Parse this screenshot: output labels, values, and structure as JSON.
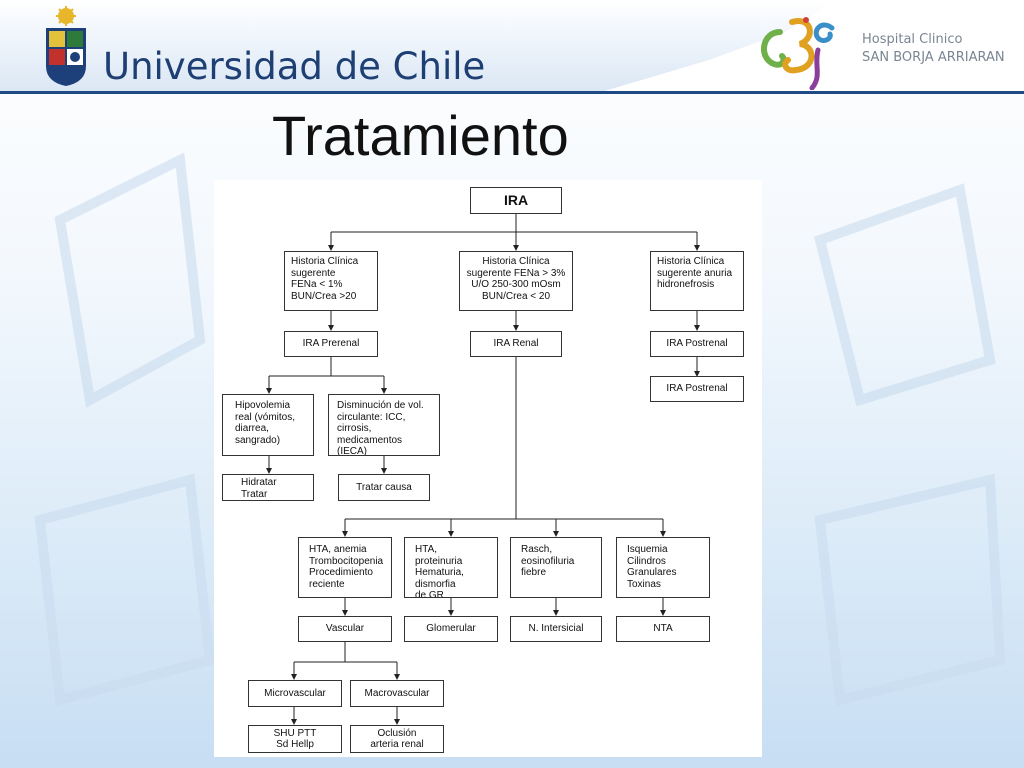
{
  "header": {
    "university_name": "Universidad de Chile",
    "hospital_line1": "Hospital Clinico",
    "hospital_line2": "SAN BORJA ARRIARAN"
  },
  "slide": {
    "title": "Tratamiento"
  },
  "diagram": {
    "root": "IRA",
    "hc_prerenal": "Historia Clínica\nsugerente\nFENa < 1%\nBUN/Crea >20",
    "hc_renal": "Historia Clínica\nsugerente FENa > 3%\nU/O 250-300 mOsm\nBUN/Crea < 20",
    "hc_postrenal": "Historia Clínica\nsugerente anuria\nhidronefrosis",
    "ira_prerenal": "IRA Prerenal",
    "ira_renal": "IRA Renal",
    "ira_postrenal_1": "IRA Postrenal",
    "ira_postrenal_2": "IRA Postrenal",
    "hipovolemia": "Hipovolemia\nreal (vómitos,\ndiarrea,\nsangrado)",
    "disminucion": "Disminución de vol.\ncirculante: ICC,\ncirrosis,\nmedicamentos (IECA)",
    "hidratar": "Hidratar\nTratar causa",
    "tratar_causa": "Tratar causa",
    "hta_anemia": "HTA, anemia\nTrombocitopenia\nProcedimiento\nreciente",
    "hta_proteinuria": "HTA, proteinuria\nHematuria,\ndismorfia\nde GR",
    "rasch": "Rasch,\neosinofiluria\nfiebre",
    "isquemia": "Isquemia\nCilindros\nGranulares\nToxinas",
    "vascular": "Vascular",
    "glomerular": "Glomerular",
    "n_intersicial": "N. Intersicial",
    "nta": "NTA",
    "microvascular": "Microvascular",
    "macrovascular": "Macrovascular",
    "shu": "SHU PTT\nSd Hellp",
    "oclusion": "Oclusión\narteria renal"
  }
}
